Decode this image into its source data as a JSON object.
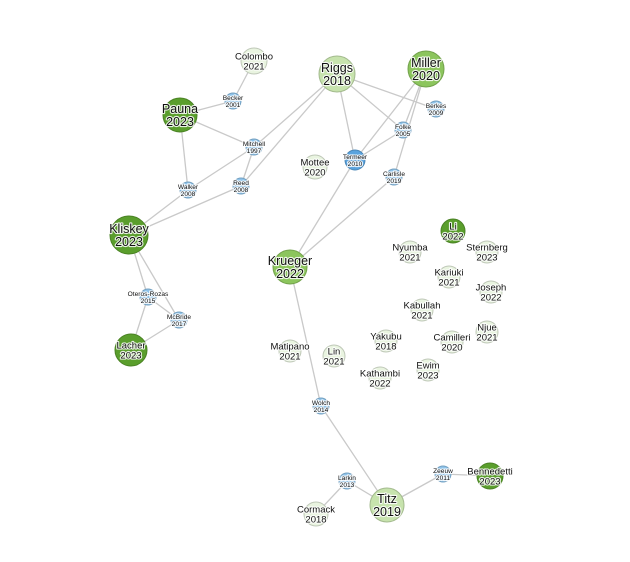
{
  "colors": {
    "edge": "#c9c9c9",
    "level_1": "#e9f4e0",
    "level_2": "#c7e3ad",
    "level_3": "#8cc55d",
    "level_4": "#5a9e2c",
    "reference": "#8ec3ea",
    "reference_dark": "#5aa3de"
  },
  "nodes": [
    {
      "id": "colombo",
      "name": "Colombo",
      "year": "2021",
      "kind": "focal",
      "shade": "level_1"
    },
    {
      "id": "riggs",
      "name": "Riggs",
      "year": "2018",
      "kind": "focal",
      "shade": "level_2"
    },
    {
      "id": "miller",
      "name": "Miller",
      "year": "2020",
      "kind": "focal",
      "shade": "level_3"
    },
    {
      "id": "pauna",
      "name": "Pauna",
      "year": "2023",
      "kind": "focal",
      "shade": "level_4"
    },
    {
      "id": "becker",
      "name": "Becker",
      "year": "2001",
      "kind": "reference",
      "shade": "reference"
    },
    {
      "id": "berkes",
      "name": "Berkes",
      "year": "2009",
      "kind": "reference",
      "shade": "reference"
    },
    {
      "id": "folke",
      "name": "Folke",
      "year": "2005",
      "kind": "reference",
      "shade": "reference"
    },
    {
      "id": "mitchell",
      "name": "Mitchell",
      "year": "1997",
      "kind": "reference",
      "shade": "reference"
    },
    {
      "id": "termeer",
      "name": "Termeer",
      "year": "2010",
      "kind": "reference",
      "shade": "reference_dark"
    },
    {
      "id": "mottee",
      "name": "Mottee",
      "year": "2020",
      "kind": "focal",
      "shade": "level_1"
    },
    {
      "id": "carlisle",
      "name": "Carlisle",
      "year": "2019",
      "kind": "reference",
      "shade": "reference"
    },
    {
      "id": "walker",
      "name": "Walker",
      "year": "2008",
      "kind": "reference",
      "shade": "reference"
    },
    {
      "id": "reed",
      "name": "Reed",
      "year": "2008",
      "kind": "reference",
      "shade": "reference"
    },
    {
      "id": "kliskey",
      "name": "Kliskey",
      "year": "2023",
      "kind": "focal",
      "shade": "level_4"
    },
    {
      "id": "krueger",
      "name": "Krueger",
      "year": "2022",
      "kind": "focal",
      "shade": "level_3"
    },
    {
      "id": "li",
      "name": "Li",
      "year": "2022",
      "kind": "focal",
      "shade": "level_4"
    },
    {
      "id": "nyumba",
      "name": "Nyumba",
      "year": "2021",
      "kind": "focal",
      "shade": "level_1"
    },
    {
      "id": "sternberg",
      "name": "Sternberg",
      "year": "2023",
      "kind": "focal",
      "shade": "level_1"
    },
    {
      "id": "kariuki",
      "name": "Kariuki",
      "year": "2021",
      "kind": "focal",
      "shade": "level_1"
    },
    {
      "id": "joseph",
      "name": "Joseph",
      "year": "2022",
      "kind": "focal",
      "shade": "level_1"
    },
    {
      "id": "kabullah",
      "name": "Kabullah",
      "year": "2021",
      "kind": "focal",
      "shade": "level_1"
    },
    {
      "id": "oteros",
      "name": "Oteros-Rozas",
      "year": "2015",
      "kind": "reference",
      "shade": "reference"
    },
    {
      "id": "mcbride",
      "name": "McBride",
      "year": "2017",
      "kind": "reference",
      "shade": "reference"
    },
    {
      "id": "njue",
      "name": "Njue",
      "year": "2021",
      "kind": "focal",
      "shade": "level_1"
    },
    {
      "id": "yakubu",
      "name": "Yakubu",
      "year": "2018",
      "kind": "focal",
      "shade": "level_1"
    },
    {
      "id": "camilleri",
      "name": "Camilleri",
      "year": "2020",
      "kind": "focal",
      "shade": "level_1"
    },
    {
      "id": "lacher",
      "name": "Lacher",
      "year": "2023",
      "kind": "focal",
      "shade": "level_4"
    },
    {
      "id": "matipano",
      "name": "Matipano",
      "year": "2021",
      "kind": "focal",
      "shade": "level_1"
    },
    {
      "id": "lin",
      "name": "Lin",
      "year": "2021",
      "kind": "focal",
      "shade": "level_1"
    },
    {
      "id": "ewim",
      "name": "Ewim",
      "year": "2023",
      "kind": "focal",
      "shade": "level_1"
    },
    {
      "id": "kathambi",
      "name": "Kathambi",
      "year": "2022",
      "kind": "focal",
      "shade": "level_1"
    },
    {
      "id": "wolch",
      "name": "Wolch",
      "year": "2014",
      "kind": "reference",
      "shade": "reference"
    },
    {
      "id": "zeeuw",
      "name": "Zeeuw",
      "year": "2011",
      "kind": "reference",
      "shade": "reference"
    },
    {
      "id": "bennedetti",
      "name": "Bennedetti",
      "year": "2023",
      "kind": "focal",
      "shade": "level_4"
    },
    {
      "id": "larkin",
      "name": "Larkin",
      "year": "2013",
      "kind": "reference",
      "shade": "reference"
    },
    {
      "id": "cormack",
      "name": "Cormack",
      "year": "2018",
      "kind": "focal",
      "shade": "level_1"
    },
    {
      "id": "titz",
      "name": "Titz",
      "year": "2019",
      "kind": "focal",
      "shade": "level_2"
    }
  ],
  "edges": [
    [
      "colombo",
      "becker"
    ],
    [
      "pauna",
      "becker"
    ],
    [
      "pauna",
      "mitchell"
    ],
    [
      "pauna",
      "walker"
    ],
    [
      "riggs",
      "mitchell"
    ],
    [
      "riggs",
      "reed"
    ],
    [
      "riggs",
      "berkes"
    ],
    [
      "riggs",
      "folke"
    ],
    [
      "riggs",
      "termeer"
    ],
    [
      "miller",
      "termeer"
    ],
    [
      "miller",
      "folke"
    ],
    [
      "miller",
      "carlisle"
    ],
    [
      "termeer",
      "folke"
    ],
    [
      "termeer",
      "krueger"
    ],
    [
      "carlisle",
      "krueger"
    ],
    [
      "mitchell",
      "walker"
    ],
    [
      "mitchell",
      "reed"
    ],
    [
      "walker",
      "kliskey"
    ],
    [
      "reed",
      "kliskey"
    ],
    [
      "kliskey",
      "oteros"
    ],
    [
      "kliskey",
      "mcbride"
    ],
    [
      "oteros",
      "mcbride"
    ],
    [
      "oteros",
      "lacher"
    ],
    [
      "mcbride",
      "lacher"
    ],
    [
      "krueger",
      "wolch"
    ],
    [
      "wolch",
      "titz"
    ],
    [
      "larkin",
      "titz"
    ],
    [
      "larkin",
      "cormack"
    ],
    [
      "titz",
      "zeeuw"
    ],
    [
      "zeeuw",
      "bennedetti"
    ]
  ]
}
